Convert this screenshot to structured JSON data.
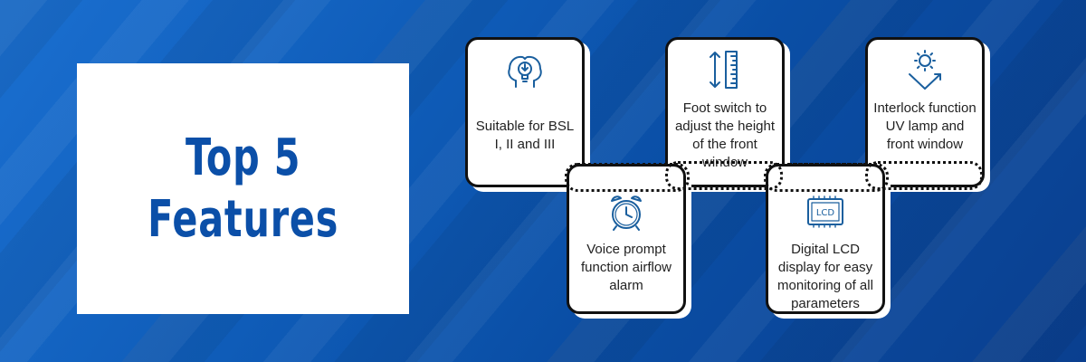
{
  "title": {
    "line1": "Top 5",
    "line2": "Features"
  },
  "features": [
    {
      "icon": "head-lightbulb-icon",
      "label": "Suitable for BSL I, II and III"
    },
    {
      "icon": "alarm-clock-icon",
      "label": "Voice prompt function airflow alarm"
    },
    {
      "icon": "height-adjust-ruler-icon",
      "label": "Foot switch to adjust the height of the front window"
    },
    {
      "icon": "lcd-display-icon",
      "label": "Digital LCD display for easy monitoring of all parameters",
      "icon_text": "LCD"
    },
    {
      "icon": "uv-lamp-sun-icon",
      "label": "Interlock function UV lamp and front window"
    }
  ],
  "colors": {
    "accent": "#0b4fa8",
    "icon": "#1a5f9e",
    "border": "#111111",
    "card": "#ffffff"
  }
}
